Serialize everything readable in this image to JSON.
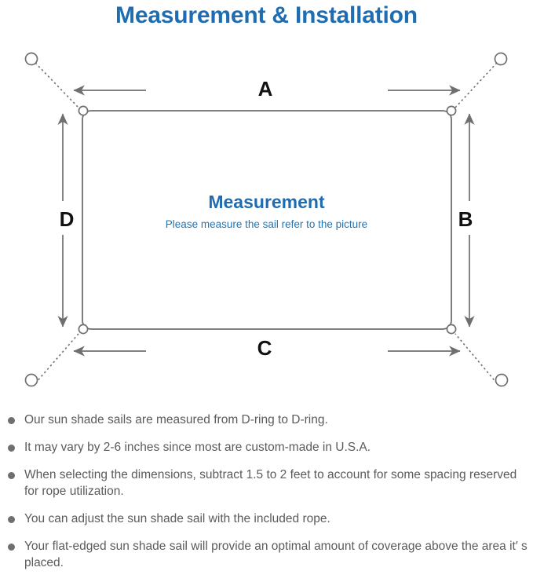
{
  "page": {
    "title": "Measurement & Installation",
    "title_color": "#1f6cb0",
    "background": "#ffffff"
  },
  "diagram": {
    "name": "sun-shade-sail-measurement-diagram",
    "center_heading": "Measurement",
    "center_subtext": "Please measure the sail refer to the picture",
    "heading_color": "#1f6cb0",
    "subtext_color": "#2275b5",
    "line_color": "#7a7a7a",
    "dimension_labels": {
      "top": "A",
      "right": "B",
      "bottom": "C",
      "left": "D"
    },
    "elements": {
      "sail_shape": "rounded-rectangle",
      "corner_hardware": "d-ring",
      "anchor_marker": "circle",
      "rope_line_style": "dotted",
      "dimension_line_style": "double-arrow"
    }
  },
  "notes": {
    "items": [
      "Our sun shade sails are measured from D-ring to D-ring.",
      "It may vary by 2-6 inches since most are custom-made in U.S.A.",
      "When selecting the dimensions, subtract 1.5 to 2 feet to account for some spacing reserved for rope utilization.",
      "You can adjust the sun shade sail with the included rope.",
      "Your flat-edged sun shade sail will provide an optimal amount of coverage above the area it′ s placed."
    ],
    "bullet_color": "#6f6f6f",
    "text_color": "#5b5b5b"
  }
}
